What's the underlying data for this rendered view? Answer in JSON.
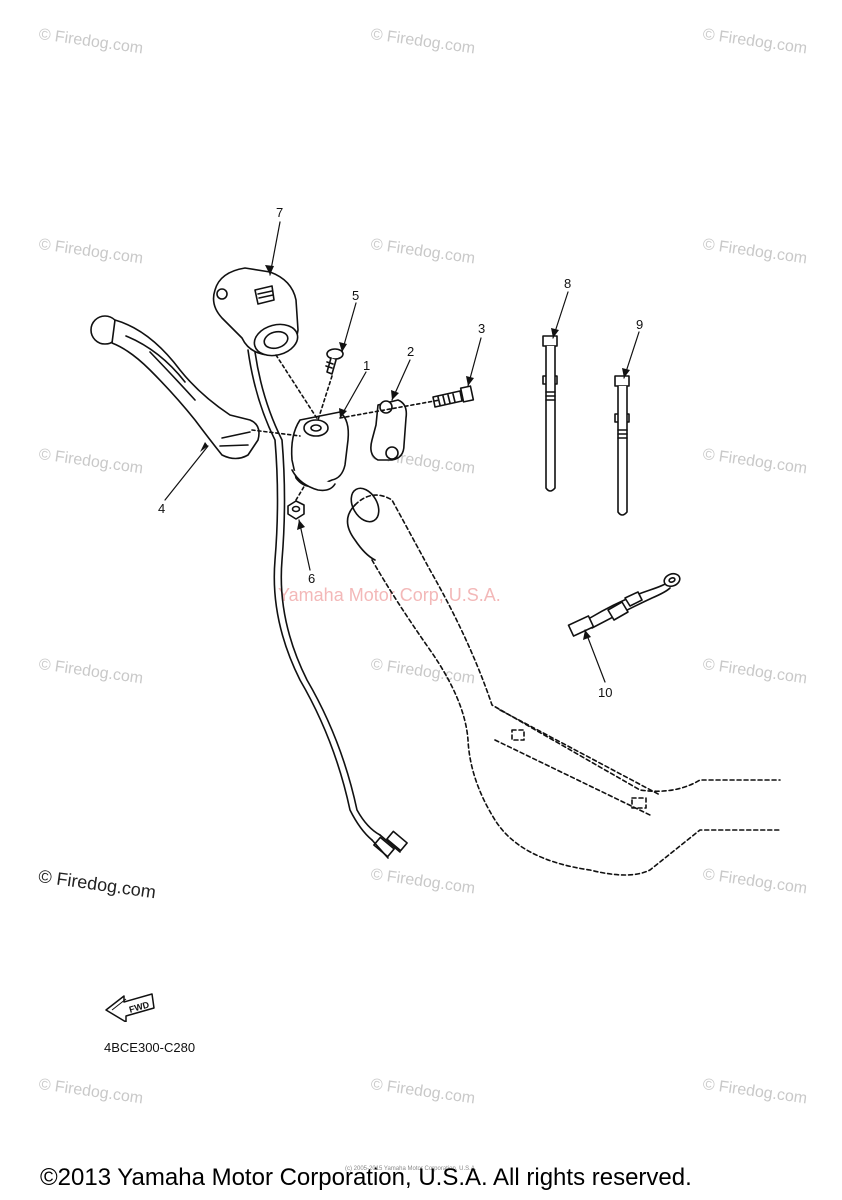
{
  "watermark": "© Firedog.com",
  "center_watermark": "Yamaha Motor Corp, U.S.A.",
  "callouts": [
    "1",
    "2",
    "3",
    "4",
    "5",
    "6",
    "7",
    "8",
    "9",
    "10"
  ],
  "part_code": "4BCE300-C280",
  "fwd_label": "FWD",
  "small_note": "(c) 2005-2015 Yamaha Motor Corporation, U.S.A.",
  "copyright": "©2013 Yamaha Motor Corporation, U.S.A. All rights reserved."
}
